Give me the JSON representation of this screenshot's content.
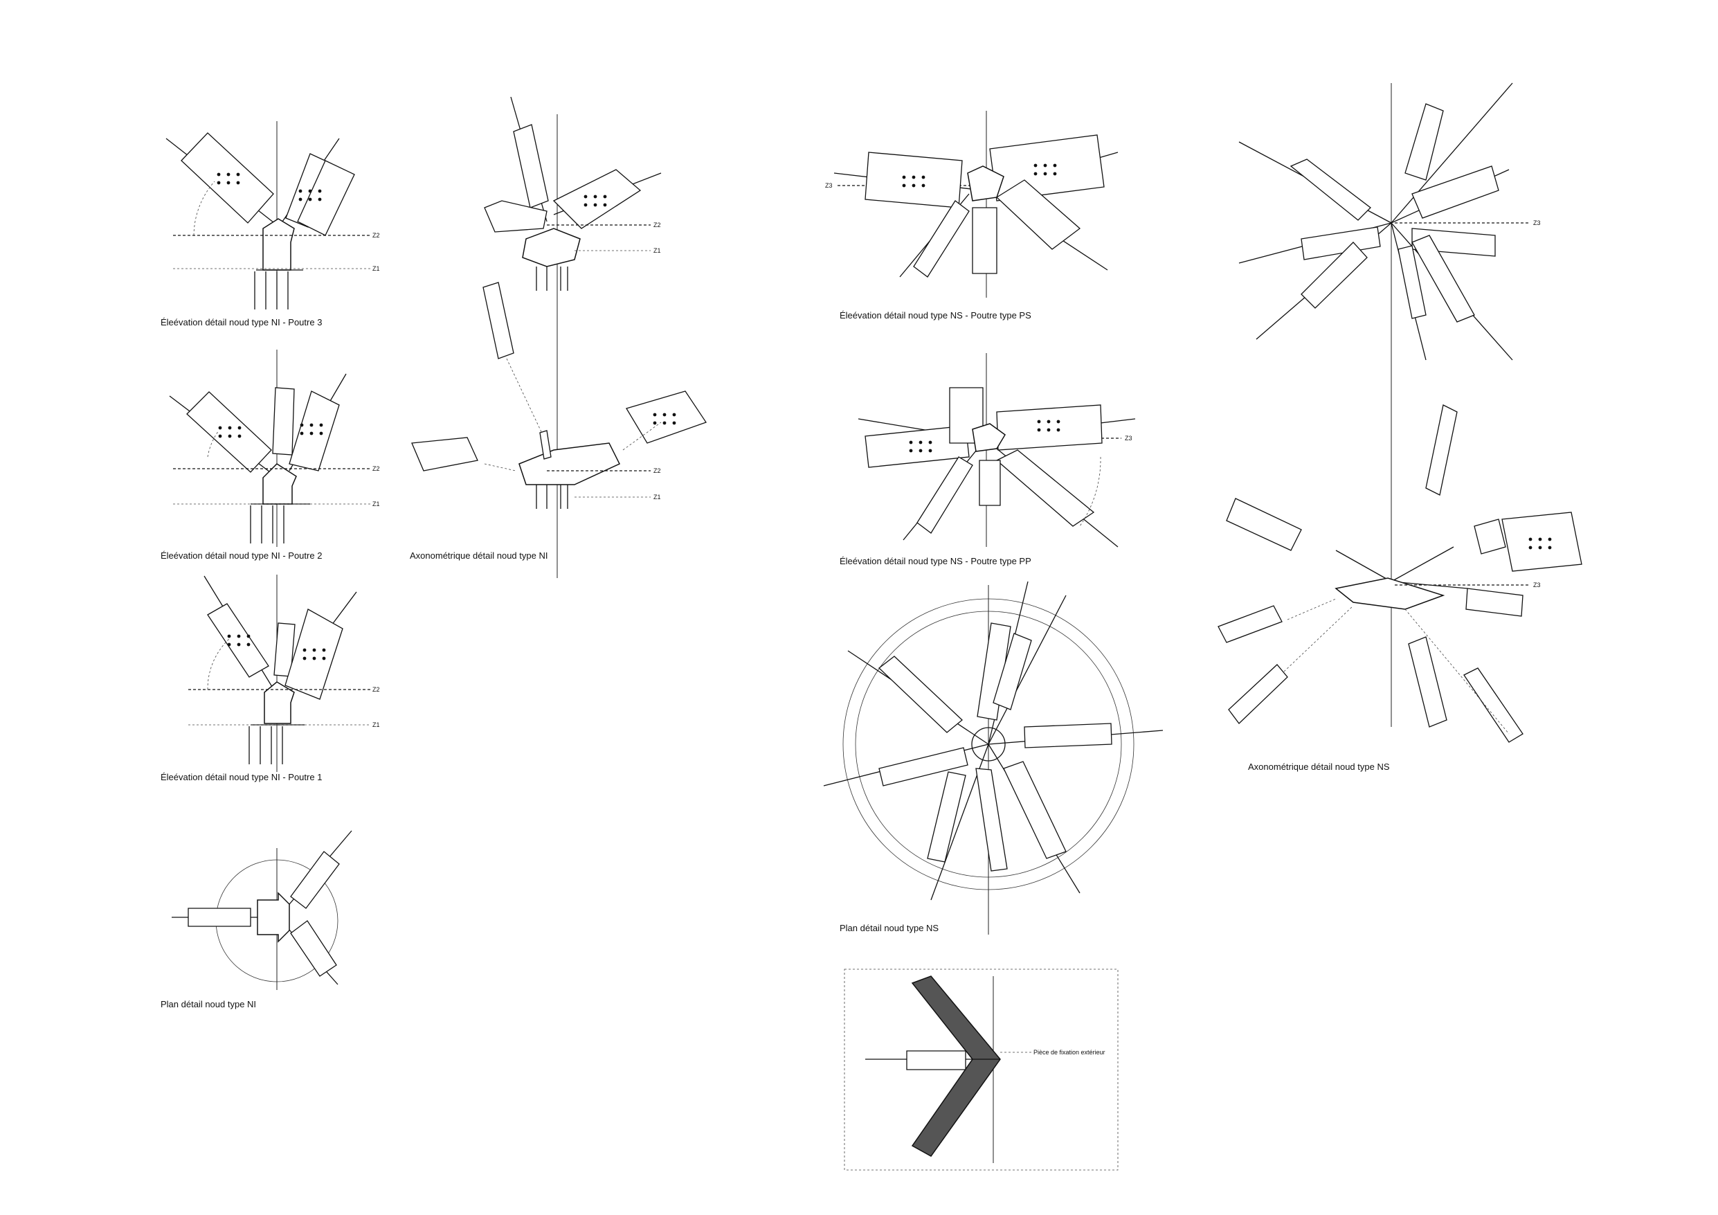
{
  "captions": {
    "ni_elev_3": "Éleévation détail noud type NI - Poutre 3",
    "ni_elev_2": "Éleévation détail noud type NI - Poutre 2",
    "ni_elev_1": "Éleévation détail noud type NI - Poutre 1",
    "ni_plan": "Plan détail noud type NI",
    "ni_axo": "Axonométrique détail noud type NI",
    "ns_elev_ps": "Éleévation détail noud type NS - Poutre type PS",
    "ns_elev_pp": "Éleévation détail noud type NS - Poutre type PP",
    "ns_plan": "Plan détail noud type NS",
    "ns_axo": "Axonométrique détail noud type NS"
  },
  "levels": {
    "z1": "Z1",
    "z2": "Z2",
    "z3": "Z3"
  },
  "callout": "Pièce de fixation extérieur",
  "colors": {
    "ink": "#111111",
    "paper": "#ffffff",
    "steel_fill": "#555555"
  }
}
